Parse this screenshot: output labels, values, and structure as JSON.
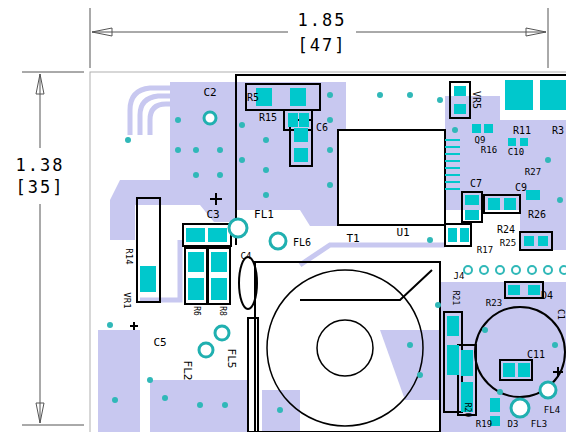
{
  "diagram": {
    "labels": [
      "1.85",
      "[47]",
      "1.38",
      "[35]",
      "C2",
      "R5",
      "R15",
      "C6",
      "VR5",
      "Q9",
      "R11",
      "R3",
      "R16",
      "C10",
      "R27",
      "C7",
      "C9",
      "R26",
      "R24",
      "R25",
      "R17",
      "U1",
      "T1",
      "C3",
      "FL1",
      "FL6",
      "C4",
      "R14",
      "VR1",
      "R6",
      "R8",
      "C5",
      "FL2",
      "FL5",
      "J4",
      "R21",
      "R23",
      "D4",
      "C1",
      "C11",
      "R20",
      "R19",
      "D3",
      "FL3",
      "FL4"
    ]
  }
}
